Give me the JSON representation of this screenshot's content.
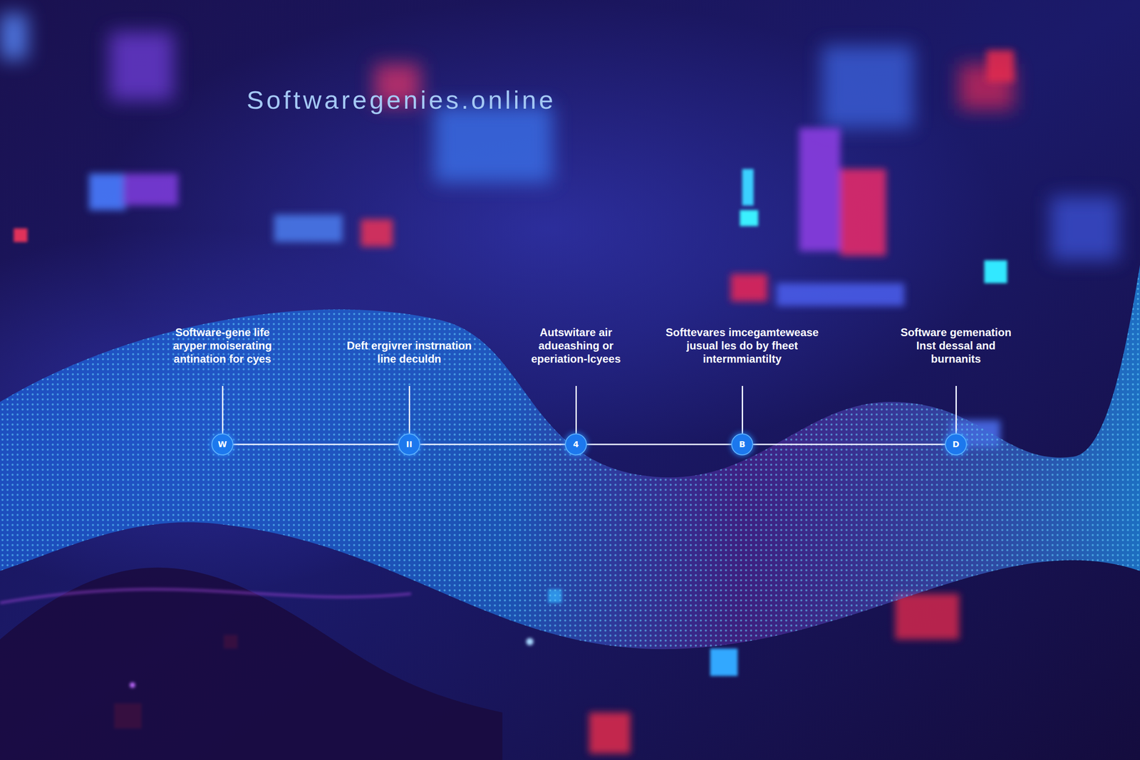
{
  "diagram": {
    "title": "Softwaregenies.online",
    "nodes": [
      {
        "text": [
          "Software-gene life aryper moiserating antination for cyes",
          "W"
        ]
      },
      {
        "text": [
          "Deft ergivrer instrnation line deculdn",
          "II"
        ]
      },
      {
        "text": [
          "Autswitare air adueashing or eperiation-lcyees",
          "4"
        ]
      },
      {
        "text": [
          "Softtevares imcegamtewease jusual les do by fheet intermmiantilty",
          "B"
        ]
      },
      {
        "text": [
          "Software gemenation Inst dessal and burnanits",
          "D"
        ]
      }
    ],
    "edges": [
      {
        "from": 0,
        "to": 1,
        "arrow": "none"
      },
      {
        "from": 1,
        "to": 2,
        "arrow": "none"
      },
      {
        "from": 2,
        "to": 3,
        "arrow": "none"
      },
      {
        "from": 3,
        "to": 4,
        "arrow": "none"
      }
    ]
  }
}
